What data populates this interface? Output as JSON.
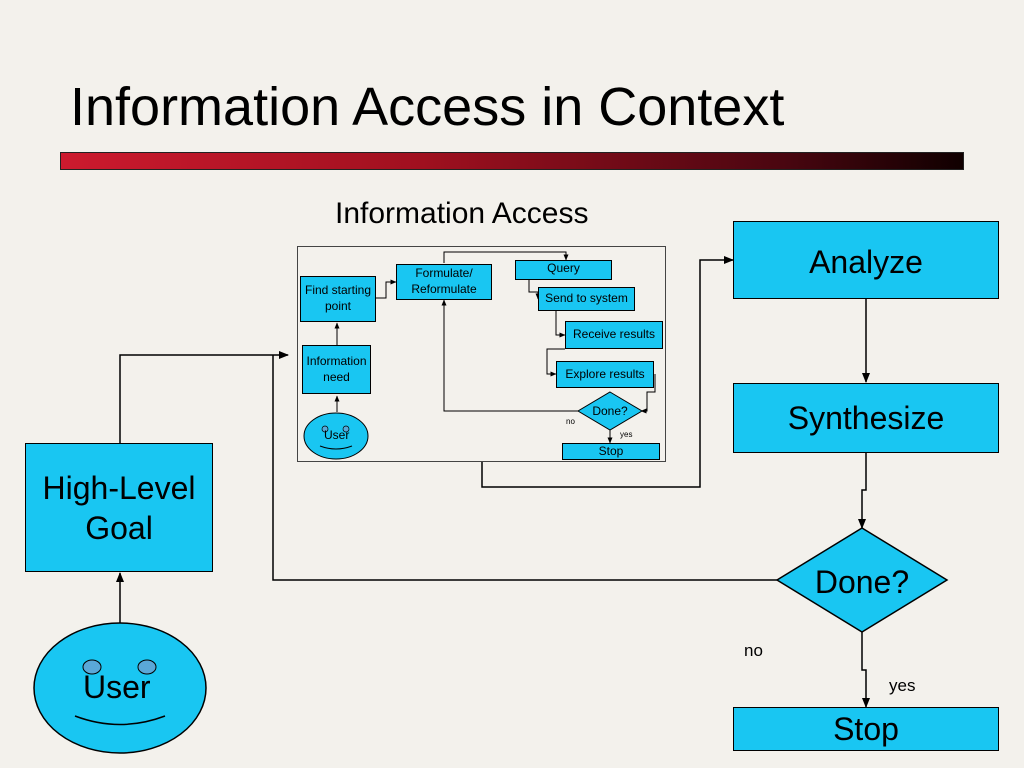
{
  "slide": {
    "title": "Information Access in Context",
    "subtitle": "Information Access"
  },
  "main_flow": {
    "high_level_goal": "High-Level\nGoal",
    "user": "User",
    "analyze": "Analyze",
    "synthesize": "Synthesize",
    "done": "Done?",
    "no": "no",
    "yes": "yes",
    "stop": "Stop"
  },
  "inset": {
    "formulate": "Formulate/\nReformulate",
    "query": "Query",
    "find_start": "Find starting\npoint",
    "send": "Send to system",
    "receive": "Receive results",
    "info_need": "Information\nneed",
    "explore": "Explore results",
    "done": "Done?",
    "no": "no",
    "yes": "yes",
    "user": "User",
    "stop": "Stop"
  },
  "colors": {
    "box_fill": "#19c6f2",
    "background": "#f3f1ec",
    "title_bar_start": "#cc1a2e",
    "title_bar_end": "#100000"
  }
}
